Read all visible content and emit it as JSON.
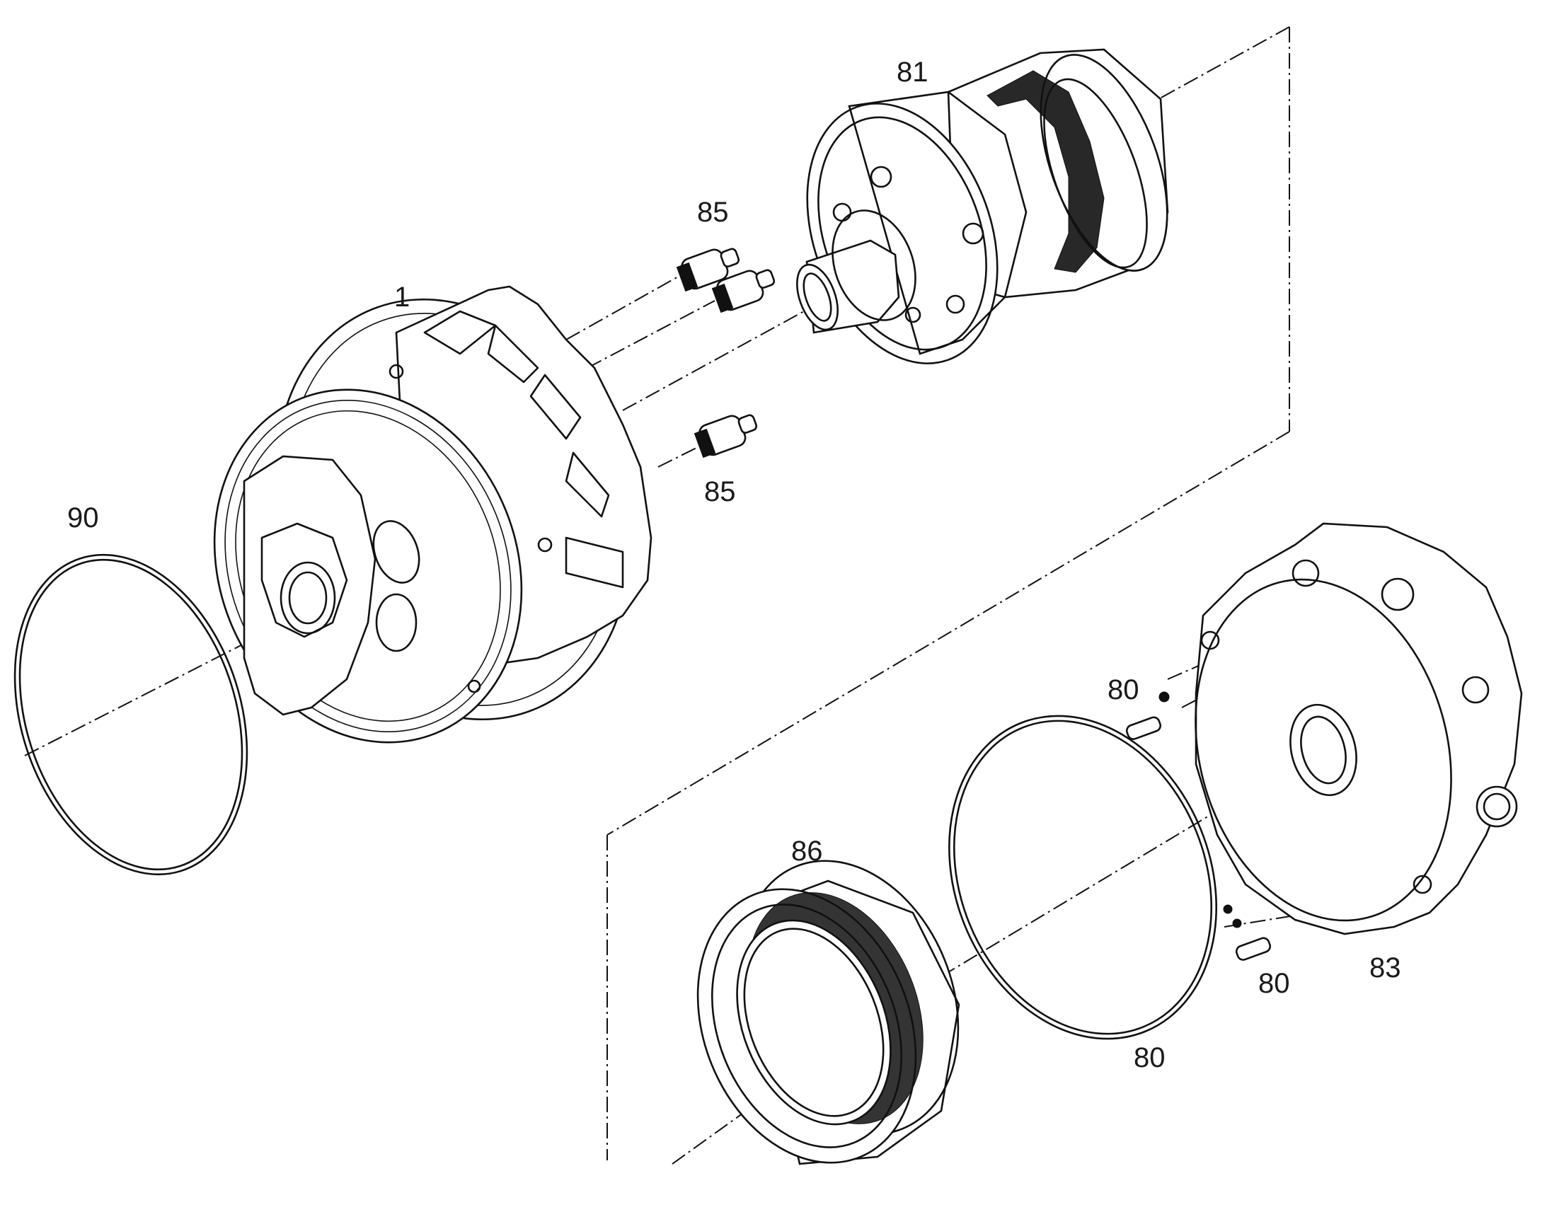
{
  "callouts": {
    "p1": "1",
    "p81": "81",
    "p85a": "85",
    "p85b": "85",
    "p90": "90",
    "p86": "86",
    "p80a": "80",
    "p80b": "80",
    "p80c": "80",
    "p83": "83"
  },
  "colors": {
    "line": "#111111",
    "background": "#ffffff"
  }
}
